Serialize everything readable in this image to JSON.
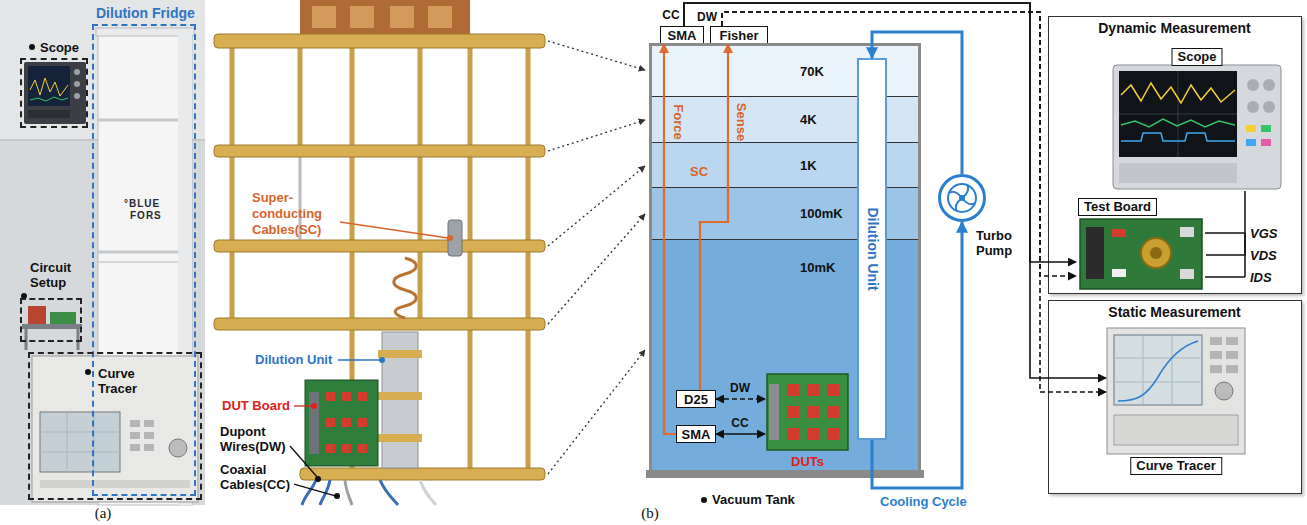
{
  "diagram": {
    "nodes": [
      {
        "text": [
          "Dilution Fridge"
        ]
      },
      {
        "text": [
          "Scope"
        ]
      },
      {
        "text": [
          "Circuit Setup"
        ]
      },
      {
        "text": [
          "Curve Tracer"
        ]
      },
      {
        "text": [
          "SMA"
        ]
      },
      {
        "text": [
          "Fisher"
        ]
      },
      {
        "text": [
          "Vacuum Tank"
        ]
      },
      {
        "text": [
          "70K"
        ],
        "in": 6
      },
      {
        "text": [
          "4K"
        ],
        "in": 6
      },
      {
        "text": [
          "1K"
        ],
        "in": 6
      },
      {
        "text": [
          "100mK"
        ],
        "in": 6
      },
      {
        "text": [
          "10mK"
        ],
        "in": 6
      },
      {
        "text": [
          "Dilution Unit"
        ],
        "in": 6
      },
      {
        "text": [
          "D25"
        ],
        "in": 11
      },
      {
        "text": [
          "SMA"
        ],
        "in": 11
      },
      {
        "text": [
          "DUTs"
        ],
        "in": 11
      },
      {
        "text": [
          "Turbo Pump"
        ]
      },
      {
        "text": [
          "Dynamic Measurement"
        ]
      },
      {
        "text": [
          "Scope"
        ],
        "in": 17
      },
      {
        "text": [
          "Test Board"
        ],
        "in": 17
      },
      {
        "text": [
          "Static Measurement"
        ]
      },
      {
        "text": [
          "Curve Tracer"
        ],
        "in": 20
      }
    ],
    "edges": [
      {
        "from": 14,
        "to": 4,
        "arrow": "to",
        "label": "Force"
      },
      {
        "from": 13,
        "to": 5,
        "arrow": "to",
        "label": "Sense"
      },
      {
        "from": 13,
        "to": 15,
        "arrow": "both",
        "label": "DW"
      },
      {
        "from": 14,
        "to": 15,
        "arrow": "both",
        "label": "CC"
      },
      {
        "from": 4,
        "to": 19,
        "arrow": "to",
        "label": "CC"
      },
      {
        "from": 4,
        "to": 21,
        "arrow": "to"
      },
      {
        "from": 5,
        "to": 19,
        "arrow": "to",
        "label": "DW"
      },
      {
        "from": 5,
        "to": 21,
        "arrow": "to"
      },
      {
        "from": 12,
        "to": 16,
        "arrow": "to"
      },
      {
        "from": 16,
        "to": 12,
        "arrow": "to"
      },
      {
        "from": 19,
        "to": 18,
        "arrow": "none"
      }
    ],
    "labels": [
      "°BLUE",
      "FORS",
      "Super-conducting Cables(SC)",
      "Dilution Unit",
      "DUT Board",
      "Dupont Wires(DW)",
      "Coaxial Cables(CC)",
      "SC",
      "Cooling Cycle",
      "VGS",
      "VDS",
      "IDS",
      "(a)",
      "(b)"
    ]
  }
}
